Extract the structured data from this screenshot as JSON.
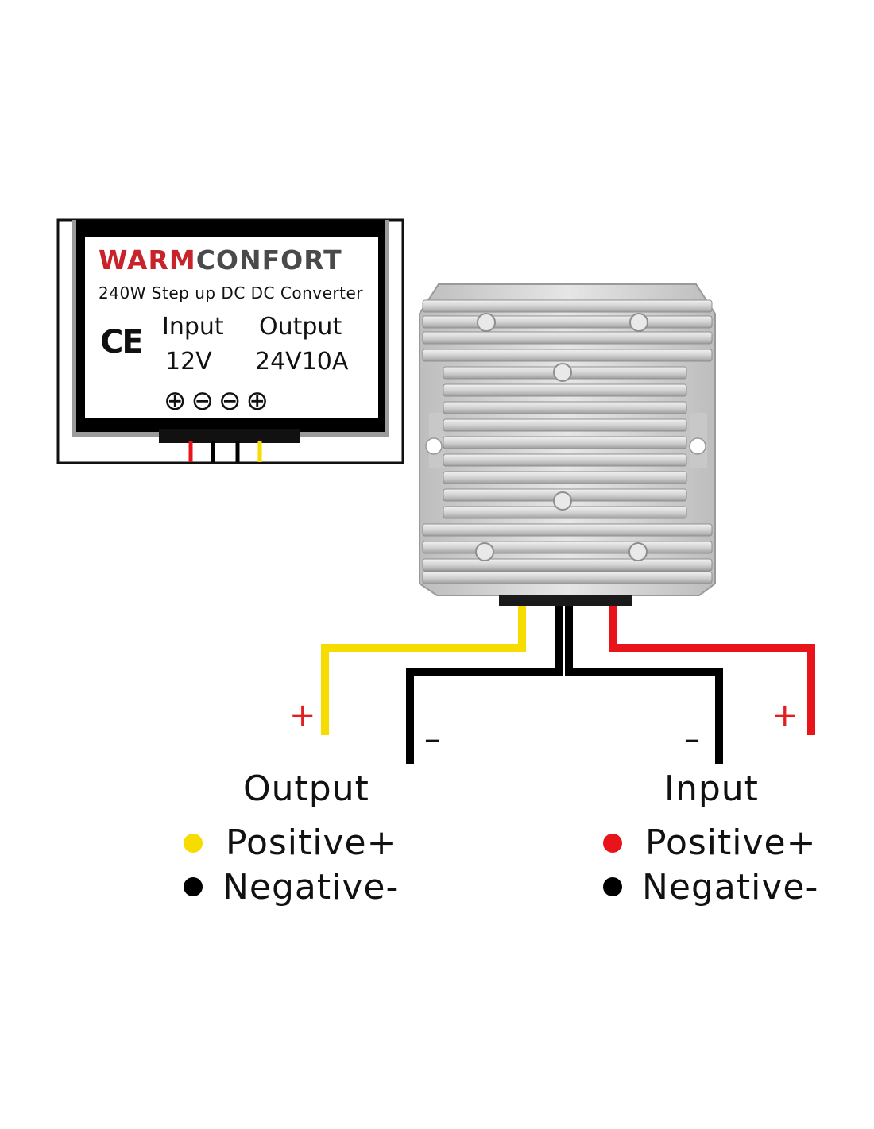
{
  "label_card": {
    "brand_part1": "WARM",
    "brand_part2": "CONFORT",
    "subtitle": "240W  Step up DC DC Converter",
    "cert_mark": "CE",
    "input_header": "Input",
    "output_header": "Output",
    "input_value": "12V",
    "output_value": "24V10A",
    "terminal_symbols": "⊕⊖⊖⊕"
  },
  "wires": {
    "output_positive_sign": "+",
    "output_negative_sign": "–",
    "input_negative_sign": "–",
    "input_positive_sign": "+"
  },
  "legend": {
    "output": {
      "title": "Output",
      "positive_label": "Positive+",
      "negative_label": "Negative-"
    },
    "input": {
      "title": "Input",
      "positive_label": "Positive+",
      "negative_label": "Negative-"
    }
  },
  "colors": {
    "output_positive": "#f7dc00",
    "input_positive": "#e8141a",
    "negative": "#000000",
    "sign_red": "#e02020",
    "brand_red": "#c8232b",
    "heatsink": "#d4d4d4"
  }
}
